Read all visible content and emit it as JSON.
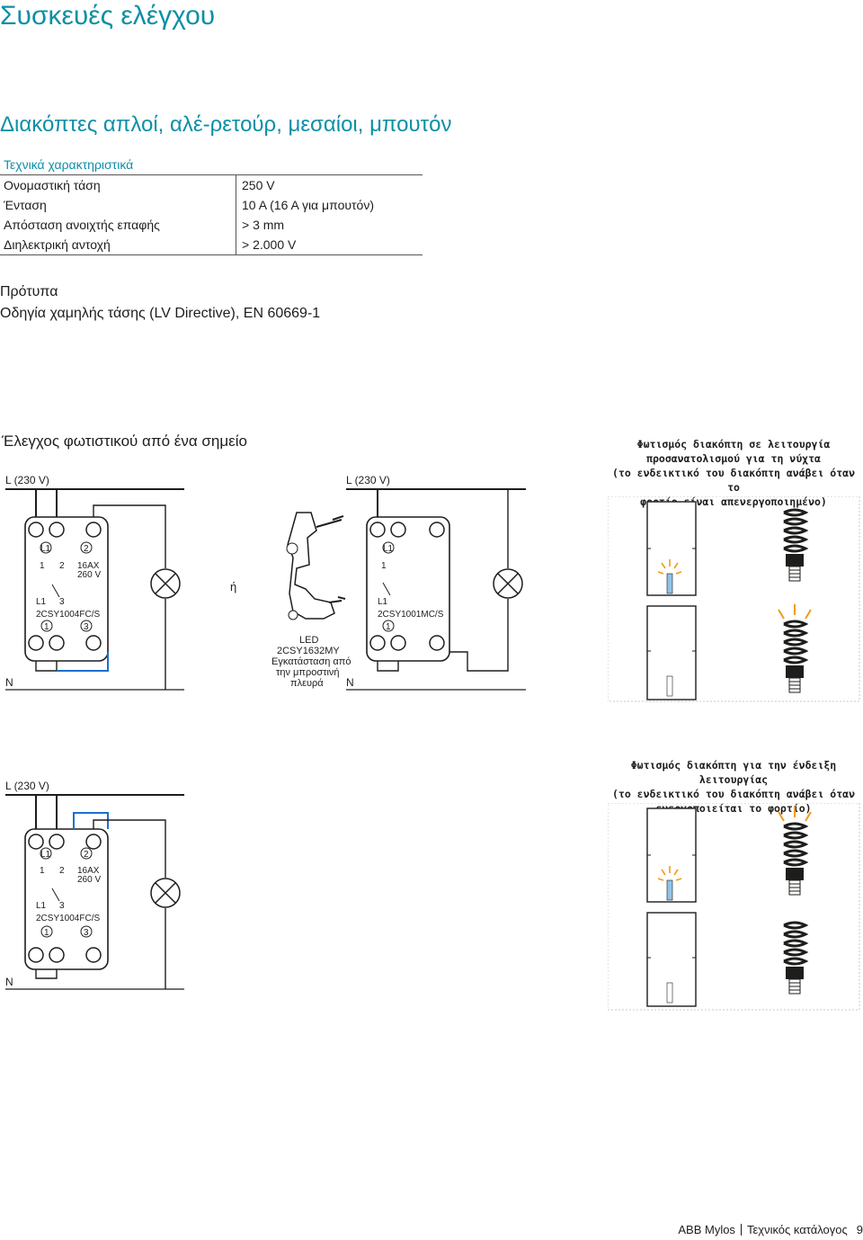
{
  "page": {
    "title": "Συσκευές ελέγχου",
    "section_title": "Διακόπτες απλοί, αλέ-ρετούρ, μεσαίοι, μπουτόν"
  },
  "specs": {
    "header": "Τεχνικά χαρακτηριστικά",
    "rows": [
      {
        "label": "Ονομαστική τάση",
        "value": "250 V"
      },
      {
        "label": "Ένταση",
        "value": "10 A (16 A για μπουτόν)"
      },
      {
        "label": "Απόσταση ανοιχτής επαφής",
        "value": "> 3 mm"
      },
      {
        "label": "Διηλεκτρική αντοχή",
        "value": "> 2.000 V"
      }
    ]
  },
  "standards": {
    "label": "Πρότυπα",
    "text": "Οδηγία χαμηλής τάσης (LV Directive), EN 60669-1"
  },
  "diagram1": {
    "title": "Έλεγχος φωτιστικού από ένα σημείο",
    "supply_left": "L (230 V)",
    "supply_right": "L (230 V)",
    "neutral": "N",
    "or_text": "ή",
    "switch_a": {
      "code": "2CSY1004FC/S",
      "terminal_l1": "L1",
      "terminal_2": "2",
      "terminal_1": "1",
      "terminal_3": "3",
      "rating": "16AX",
      "voltage": "260 V"
    },
    "led": {
      "line1": "LED",
      "line2": "2CSY1632MY",
      "line3": "Εγκατάσταση από",
      "line4": "την μπροστινή",
      "line5": "πλευρά"
    },
    "switch_b": {
      "code": "2CSY1001MC/S",
      "terminal_l1": "L1",
      "terminal_1": "1"
    }
  },
  "night_box": {
    "heading": [
      "Φωτισμός διακόπτη σε λειτουργία",
      "προσανατολισμού για τη νύχτα",
      "(το ενδεικτικό του διακόπτη ανάβει όταν το",
      "φορτίο είναι απενεργοποιημένο)"
    ]
  },
  "diagram2": {
    "supply": "L (230 V)",
    "neutral": "N",
    "switch_a": {
      "code": "2CSY1004FC/S",
      "terminal_l1": "L1",
      "terminal_2": "2",
      "terminal_1": "1",
      "terminal_3": "3",
      "rating": "16AX",
      "voltage": "260 V"
    }
  },
  "indication_box": {
    "heading": [
      "Φωτισμός διακόπτη για την ένδειξη λειτουργίας",
      "(το ενδεικτικό του διακόπτη ανάβει όταν",
      "ενεργοποιείται το φορτίο)"
    ]
  },
  "footer": {
    "brand": "ABB Mylos",
    "catalog": "Τεχνικός κατάλογος",
    "page_number": "9"
  },
  "colors": {
    "accent": "#0e8fa6",
    "wire_blue": "#1b6fd1",
    "glow": "#f29a1f",
    "led_blue": "#8fc3e8"
  }
}
